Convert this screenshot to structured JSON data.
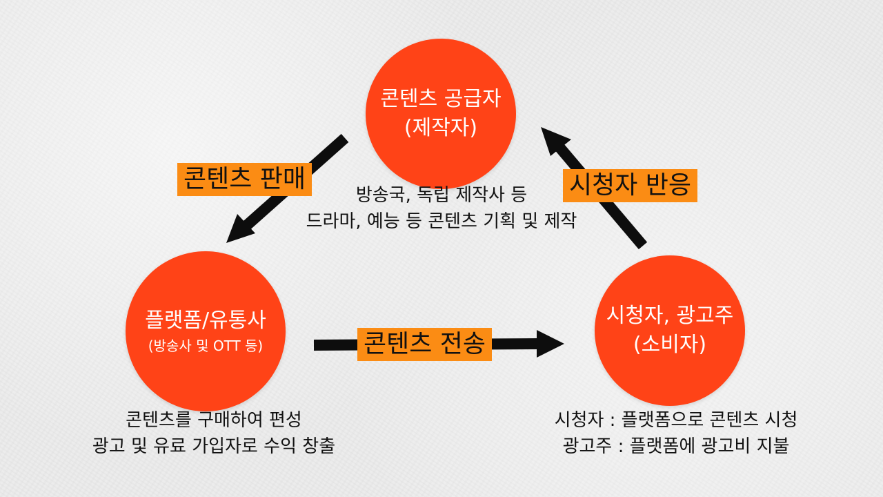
{
  "colors": {
    "node_fill": "#ff4317",
    "tag_fill": "#fb8c14",
    "arrow": "#0d0d0d",
    "text_dark": "#111111",
    "text_light": "#ffffff"
  },
  "nodes": {
    "producer": {
      "title": "콘텐츠 공급자",
      "subtitle": "(제작자)"
    },
    "platform": {
      "title": "플랫폼/유통사",
      "subtitle": "(방송사 및 OTT 등)"
    },
    "consumer": {
      "title": "시청자, 광고주",
      "subtitle": "(소비자)"
    }
  },
  "flows": {
    "sale": "콘텐츠 판매",
    "reaction": "시청자 반응",
    "transfer": "콘텐츠 전송"
  },
  "descriptions": {
    "producer": [
      "방송국, 독립 제작사 등",
      "드라마, 예능 등 콘텐츠 기획 및 제작"
    ],
    "platform": [
      "콘텐츠를 구매하여 편성",
      "광고 및 유료 가입자로 수익 창출"
    ],
    "consumer": [
      "시청자 : 플랫폼으로 콘텐츠 시청",
      "광고주 : 플랫폼에 광고비 지불"
    ]
  }
}
